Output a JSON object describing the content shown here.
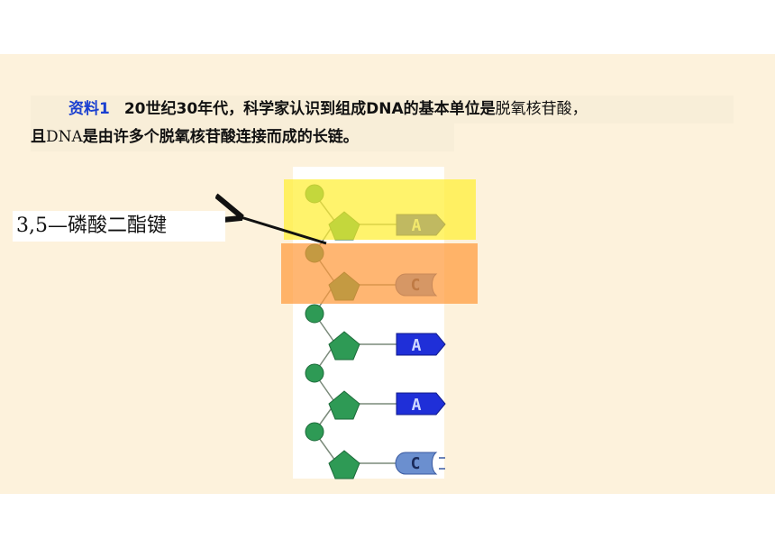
{
  "paragraph": {
    "tag": "资料1",
    "line1_main": "20世纪30年代，科学家认识到组成DNA的基本单位是",
    "line1_tail": "脱氧核苷酸，",
    "line2_start": "且",
    "line2_dna": "DNA",
    "line2_rest": "是由许多个脱氧核苷酸连接而成的长链。"
  },
  "bond_label": "3,5—磷酸二酯键",
  "bases": [
    "A",
    "C",
    "A",
    "A",
    "C"
  ],
  "colors": {
    "slide_bg": "#fdf2dc",
    "highlight_yellow": "#ffee33",
    "highlight_orange": "#ff9a3c",
    "phosphate": "#2e9a55",
    "sugar": "#2e9a55",
    "base_A": "#1f2fd8",
    "base_C": "#6b8fcf",
    "tag_blue": "#1a3fd0"
  }
}
